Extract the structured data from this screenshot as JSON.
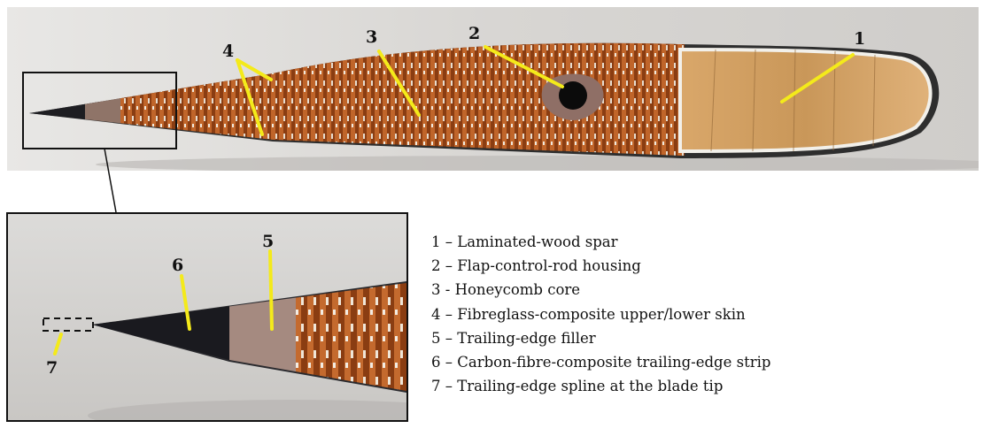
{
  "callouts": {
    "main": [
      "1",
      "2",
      "3",
      "4"
    ],
    "zoom": [
      "5",
      "6",
      "7"
    ]
  },
  "legend": {
    "items": [
      "1 – Laminated-wood spar",
      "2 – Flap-control-rod housing",
      "3 - Honeycomb core",
      "4 – Fibreglass-composite upper/lower skin",
      "5 – Trailing-edge filler",
      "6 – Carbon-fibre-composite trailing-edge strip",
      "7 – Trailing-edge spline at the blade tip"
    ]
  },
  "colors": {
    "callout_line": "#f4ea1a",
    "wood": "#c89a5c",
    "honeycomb": "#b5561d",
    "skin": "#3a3a3a",
    "background": "#d9d8d6"
  }
}
